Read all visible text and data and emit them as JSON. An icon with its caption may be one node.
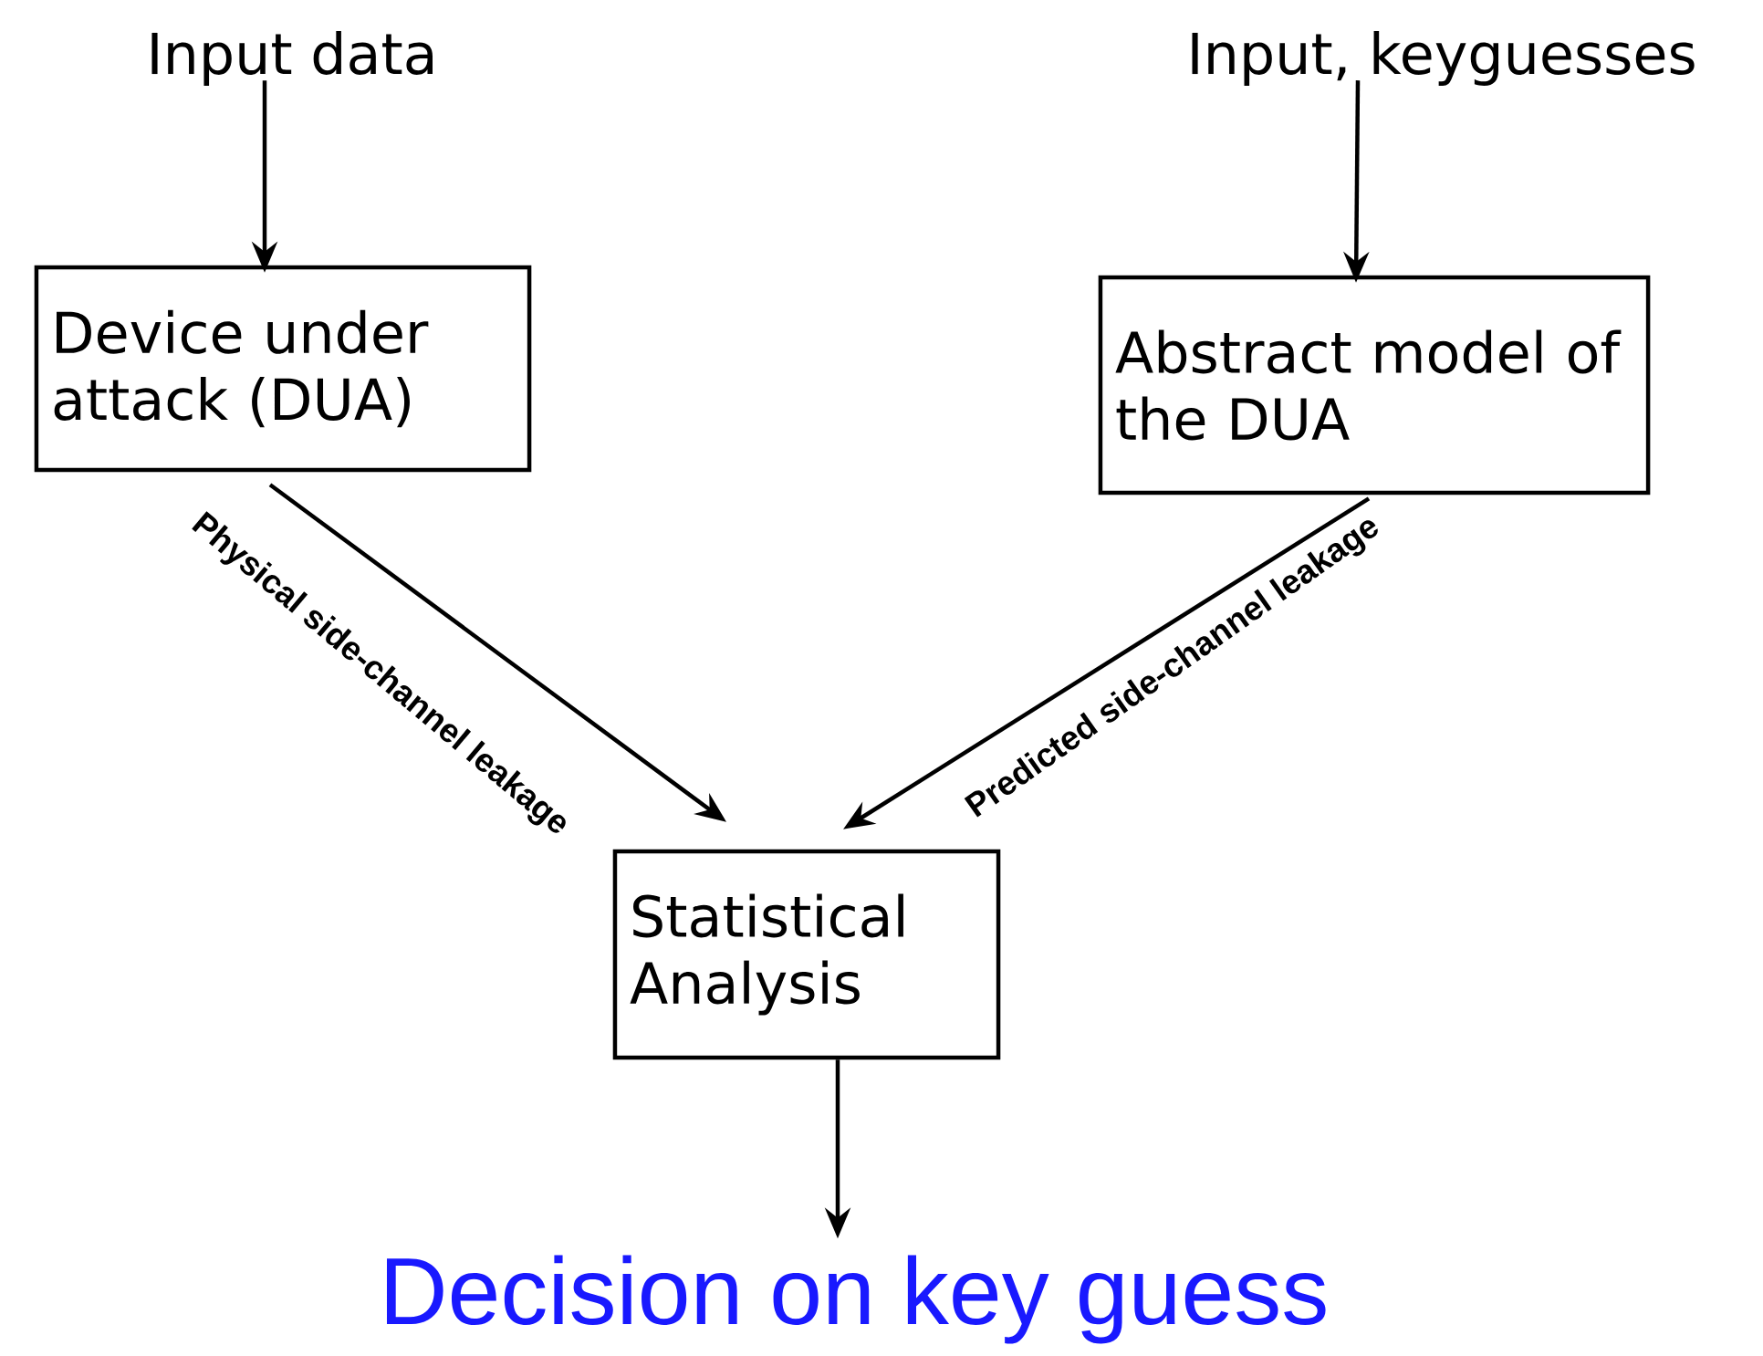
{
  "diagram": {
    "nodes": [
      {
        "text": [
          "Input data"
        ]
      },
      {
        "text": [
          "Input, keyguesses"
        ]
      },
      {
        "text": [
          "Device under attack (DUA)"
        ]
      },
      {
        "text": [
          "Abstract model of the DUA"
        ]
      },
      {
        "text": [
          "Statistical Analysis"
        ]
      },
      {
        "text": [
          "Decision on key guess"
        ]
      }
    ],
    "edges": [
      {
        "from": 0,
        "to": 2,
        "arrow": "to"
      },
      {
        "from": 1,
        "to": 3,
        "arrow": "to"
      },
      {
        "from": 2,
        "to": 4,
        "arrow": "to",
        "label": "Physical side-channel leakage"
      },
      {
        "from": 3,
        "to": 4,
        "arrow": "to",
        "label": "Predicted side-channel leakage"
      },
      {
        "from": 4,
        "to": 5,
        "arrow": "to"
      }
    ]
  }
}
